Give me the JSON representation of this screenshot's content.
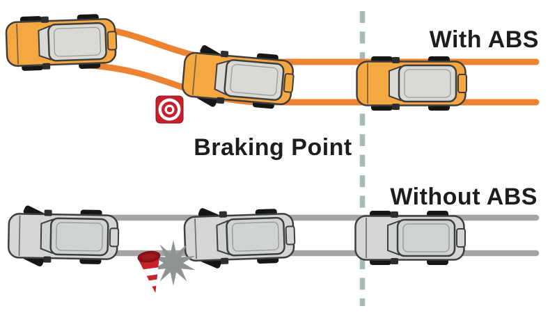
{
  "scene": {
    "type": "abs-braking-comparison-diagram",
    "divider_label": "Braking Point",
    "with_abs": {
      "label": "With ABS",
      "car_count": 3,
      "obstacle": "target-marker",
      "result": "car keeps steering control and swerves around the obstacle"
    },
    "without_abs": {
      "label": "Without ABS",
      "car_count": 3,
      "obstacle": "traffic-cone",
      "result": "car skids straight ahead and crashes into the obstacle"
    }
  },
  "colors": {
    "abs-path": "#ED8230",
    "no-abs-path": "#A5A5A5",
    "divider": "#A7BAB8",
    "car-abs-body": "#F5A742",
    "car-abs-roof": "#DAD9D3",
    "car-gray-body": "#D5D5D5",
    "car-gray-roof": "#CFD3D4",
    "marker-red": "#C5202B",
    "cone-red": "#C9202A",
    "cone-base-red": "#8B1219",
    "crash-gray": "#8E9494",
    "text": "#1D1D1B"
  }
}
